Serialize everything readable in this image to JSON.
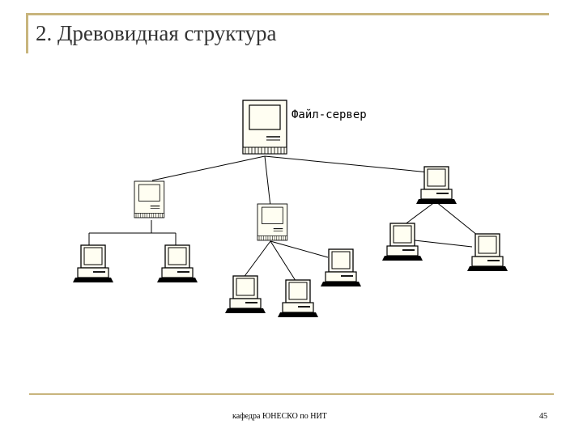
{
  "slide": {
    "title": "2. Древовидная структура",
    "footer": "кафедра ЮНЕСКО по НИТ",
    "page_number": "45"
  },
  "diagram": {
    "server_label": "Файл-сервер",
    "icon_types": {
      "server": "tower-computer-icon",
      "hub": "tower-computer-icon",
      "workstation": "desktop-computer-icon"
    },
    "colors": {
      "line": "#000000",
      "device_fill": "#fffef2",
      "accent_rule": "#c8b57d"
    }
  }
}
